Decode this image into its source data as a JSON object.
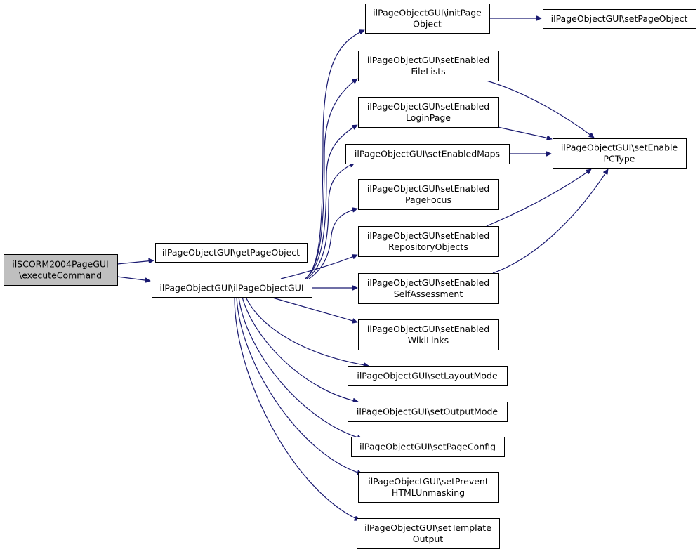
{
  "diagram": {
    "edge_color": "#191970",
    "root_fill": "#bfbfbf",
    "nodes": [
      {
        "id": "executeCommand",
        "lines": [
          "ilSCORM2004PageGUI",
          "\\executeCommand"
        ],
        "root": true
      },
      {
        "id": "getPageObject",
        "lines": [
          "ilPageObjectGUI\\getPageObject"
        ]
      },
      {
        "id": "ilPageObjectGUI",
        "lines": [
          "ilPageObjectGUI\\ilPageObjectGUI"
        ]
      },
      {
        "id": "initPageObject",
        "lines": [
          "ilPageObjectGUI\\initPage",
          "Object"
        ]
      },
      {
        "id": "setPageObject",
        "lines": [
          "ilPageObjectGUI\\setPageObject"
        ]
      },
      {
        "id": "setEnabledFileLists",
        "lines": [
          "ilPageObjectGUI\\setEnabled",
          "FileLists"
        ]
      },
      {
        "id": "setEnabledLoginPage",
        "lines": [
          "ilPageObjectGUI\\setEnabled",
          "LoginPage"
        ]
      },
      {
        "id": "setEnabledMaps",
        "lines": [
          "ilPageObjectGUI\\setEnabledMaps"
        ]
      },
      {
        "id": "setEnablePCType",
        "lines": [
          "ilPageObjectGUI\\setEnable",
          "PCType"
        ]
      },
      {
        "id": "setEnabledPageFocus",
        "lines": [
          "ilPageObjectGUI\\setEnabled",
          "PageFocus"
        ]
      },
      {
        "id": "setEnabledRepositoryObjects",
        "lines": [
          "ilPageObjectGUI\\setEnabled",
          "RepositoryObjects"
        ]
      },
      {
        "id": "setEnabledSelfAssessment",
        "lines": [
          "ilPageObjectGUI\\setEnabled",
          "SelfAssessment"
        ]
      },
      {
        "id": "setEnabledWikiLinks",
        "lines": [
          "ilPageObjectGUI\\setEnabled",
          "WikiLinks"
        ]
      },
      {
        "id": "setLayoutMode",
        "lines": [
          "ilPageObjectGUI\\setLayoutMode"
        ]
      },
      {
        "id": "setOutputMode",
        "lines": [
          "ilPageObjectGUI\\setOutputMode"
        ]
      },
      {
        "id": "setPageConfig",
        "lines": [
          "ilPageObjectGUI\\setPageConfig"
        ]
      },
      {
        "id": "setPreventHTMLUnmasking",
        "lines": [
          "ilPageObjectGUI\\setPrevent",
          "HTMLUnmasking"
        ]
      },
      {
        "id": "setTemplateOutput",
        "lines": [
          "ilPageObjectGUI\\setTemplate",
          "Output"
        ]
      }
    ],
    "edges": [
      [
        "executeCommand",
        "getPageObject"
      ],
      [
        "executeCommand",
        "ilPageObjectGUI"
      ],
      [
        "ilPageObjectGUI",
        "initPageObject"
      ],
      [
        "ilPageObjectGUI",
        "setEnabledFileLists"
      ],
      [
        "ilPageObjectGUI",
        "setEnabledLoginPage"
      ],
      [
        "ilPageObjectGUI",
        "setEnabledMaps"
      ],
      [
        "ilPageObjectGUI",
        "setEnabledPageFocus"
      ],
      [
        "ilPageObjectGUI",
        "setEnabledRepositoryObjects"
      ],
      [
        "ilPageObjectGUI",
        "setEnabledSelfAssessment"
      ],
      [
        "ilPageObjectGUI",
        "setEnabledWikiLinks"
      ],
      [
        "ilPageObjectGUI",
        "setLayoutMode"
      ],
      [
        "ilPageObjectGUI",
        "setOutputMode"
      ],
      [
        "ilPageObjectGUI",
        "setPageConfig"
      ],
      [
        "ilPageObjectGUI",
        "setPreventHTMLUnmasking"
      ],
      [
        "ilPageObjectGUI",
        "setTemplateOutput"
      ],
      [
        "initPageObject",
        "setPageObject"
      ],
      [
        "setEnabledFileLists",
        "setEnablePCType"
      ],
      [
        "setEnabledLoginPage",
        "setEnablePCType"
      ],
      [
        "setEnabledMaps",
        "setEnablePCType"
      ],
      [
        "setEnabledRepositoryObjects",
        "setEnablePCType"
      ],
      [
        "setEnabledSelfAssessment",
        "setEnablePCType"
      ]
    ]
  }
}
